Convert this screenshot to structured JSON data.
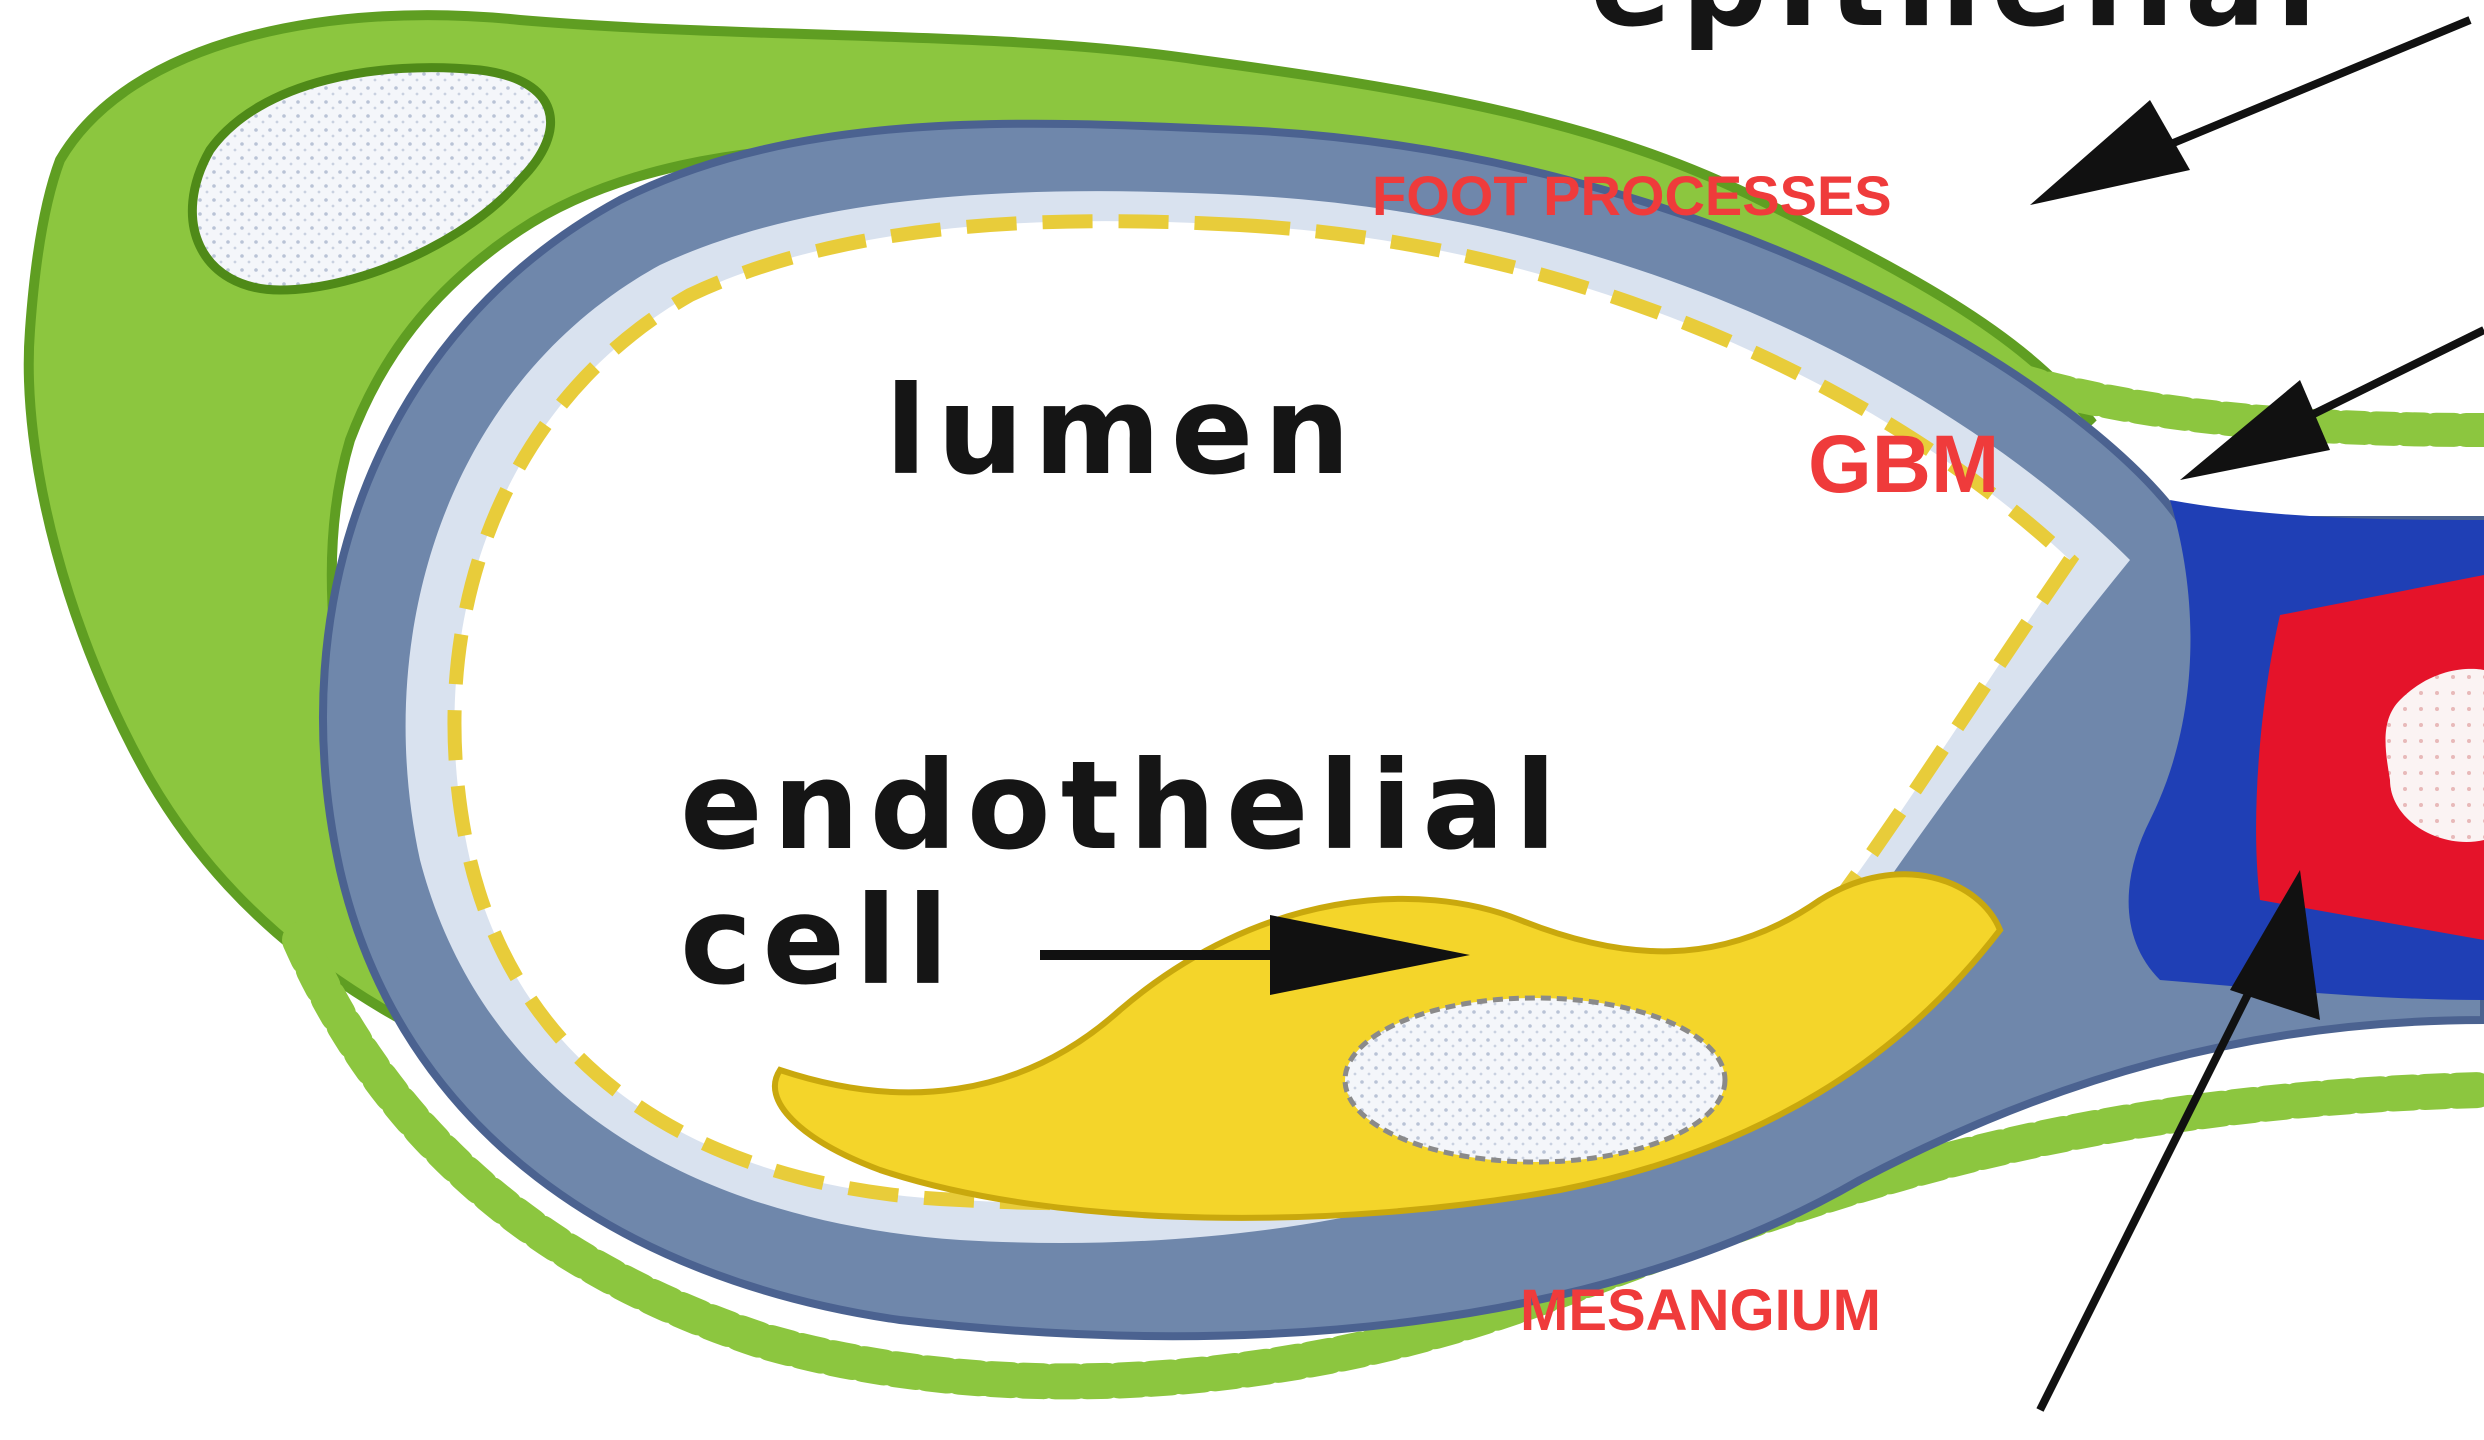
{
  "colors": {
    "podocyte_green": "#8cc63f",
    "green_dark": "#5f9e22",
    "gbm_blue": "#6f87ab",
    "endothelium_yellow": "#f4d52a",
    "mesangium_blue": "#1f3fb5",
    "mesangium_red": "#e5132a",
    "annotation_red": "#ef3b3b",
    "arrow_black": "#111111"
  },
  "labels": {
    "top_cropped": "epithelial",
    "lumen": "lumen",
    "endothelial_line1": "endothelial",
    "endothelial_line2": "cell",
    "foot_processes": "FOOT PROCESSES",
    "gbm": "GBM",
    "mesangium": "MESANGIUM"
  }
}
